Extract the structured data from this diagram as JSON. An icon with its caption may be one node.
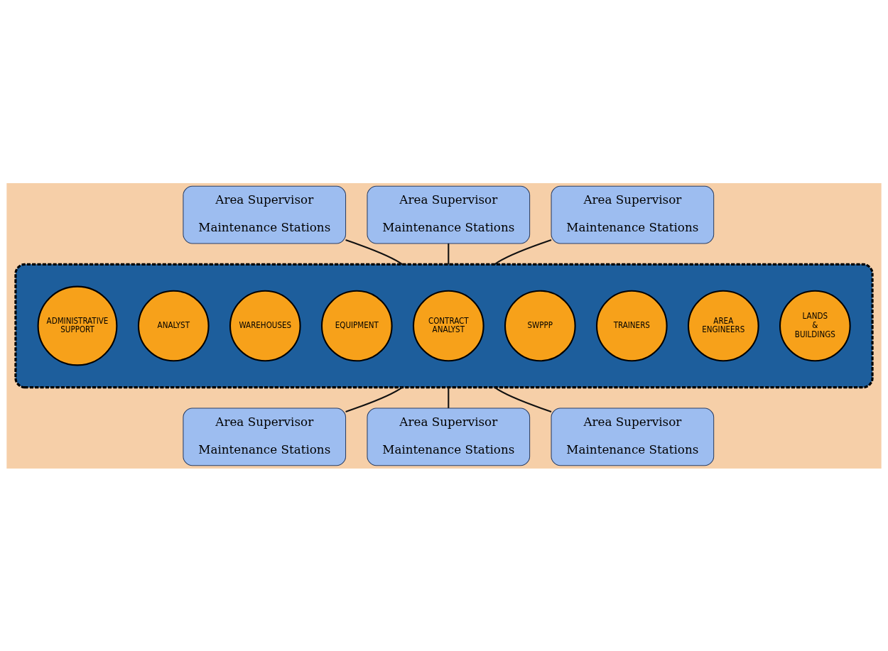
{
  "diagram": {
    "nodes": [
      {
        "text": [
          "Area Supervisor",
          "Maintenance Stations"
        ]
      },
      {
        "text": [
          "Area Supervisor",
          "Maintenance Stations"
        ]
      },
      {
        "text": [
          "Area Supervisor",
          "Maintenance Stations"
        ]
      },
      {
        "text": [
          "Area Supervisor",
          "Maintenance Stations"
        ]
      },
      {
        "text": [
          "Area Supervisor",
          "Maintenance Stations"
        ]
      },
      {
        "text": [
          "Area Supervisor",
          "Maintenance Stations"
        ]
      },
      {
        "text": [],
        "shape": "ellipse"
      },
      {
        "text": [
          "LANDS & BUILDINGS"
        ],
        "in": 6
      },
      {
        "text": [
          "AREA ENGINEERS"
        ],
        "in": 6
      },
      {
        "text": [
          "TRAINERS"
        ],
        "in": 6
      },
      {
        "text": [
          "SWPPP"
        ],
        "in": 6
      },
      {
        "text": [
          "CONTRACT ANALYST"
        ],
        "in": 6
      },
      {
        "text": [
          "EQUIPMENT"
        ],
        "in": 6
      },
      {
        "text": [
          "WAREHOUSES"
        ],
        "in": 6
      },
      {
        "text": [
          "ANALYST"
        ],
        "in": 6
      },
      {
        "text": [
          "ADMINISTRATIVE SUPPORT"
        ],
        "in": 6
      }
    ],
    "edges": [
      {
        "from": 0,
        "to": 6,
        "arrow": "none"
      },
      {
        "from": 6,
        "to": 1,
        "arrow": "none"
      },
      {
        "from": 2,
        "to": 6,
        "arrow": "none"
      },
      {
        "from": 6,
        "to": 3,
        "arrow": "none"
      },
      {
        "from": 4,
        "to": 6,
        "arrow": "none"
      },
      {
        "from": 6,
        "to": 5,
        "arrow": "none"
      }
    ]
  }
}
